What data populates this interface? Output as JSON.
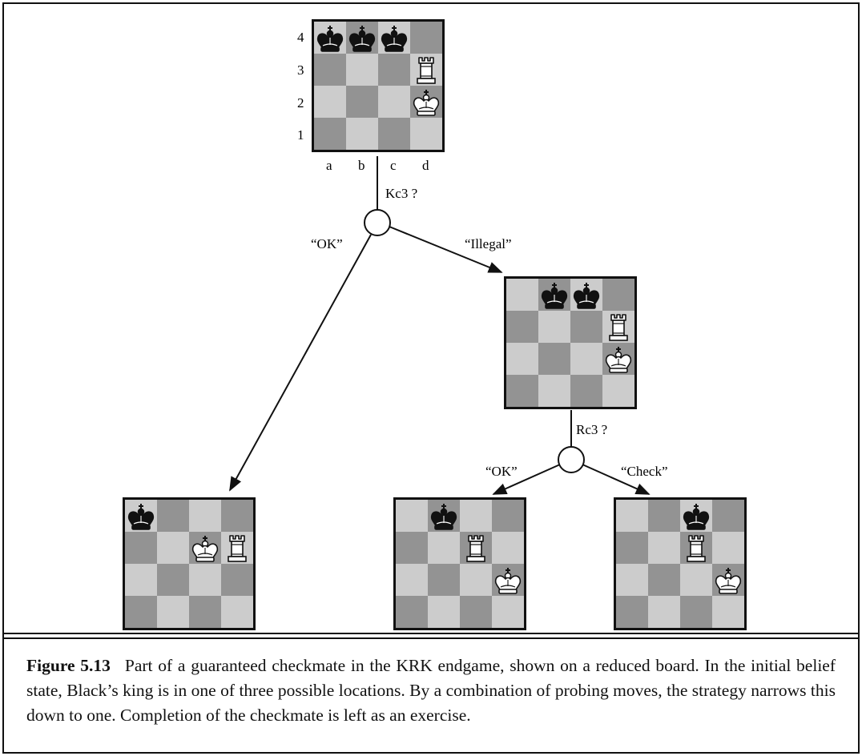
{
  "diagram": {
    "colors": {
      "light": "#cccccc",
      "dark": "#939393",
      "border": "#111111",
      "line": "#111111"
    },
    "rank_labels": [
      "4",
      "3",
      "2",
      "1"
    ],
    "file_labels": [
      "a",
      "b",
      "c",
      "d"
    ],
    "boards": [
      {
        "id": "initial-belief-board",
        "pieces": [
          {
            "sq": "a4",
            "p": "bk"
          },
          {
            "sq": "b4",
            "p": "bk"
          },
          {
            "sq": "c4",
            "p": "bk"
          },
          {
            "sq": "d3",
            "p": "wr"
          },
          {
            "sq": "d2",
            "p": "wk"
          }
        ]
      },
      {
        "id": "illegal-result-board",
        "pieces": [
          {
            "sq": "b4",
            "p": "bk"
          },
          {
            "sq": "c4",
            "p": "bk"
          },
          {
            "sq": "d3",
            "p": "wr"
          },
          {
            "sq": "d2",
            "p": "wk"
          }
        ]
      },
      {
        "id": "ok-result-board",
        "pieces": [
          {
            "sq": "a4",
            "p": "bk"
          },
          {
            "sq": "c3",
            "p": "wk"
          },
          {
            "sq": "d3",
            "p": "wr"
          }
        ]
      },
      {
        "id": "rc3-ok-board",
        "pieces": [
          {
            "sq": "b4",
            "p": "bk"
          },
          {
            "sq": "c3",
            "p": "wr"
          },
          {
            "sq": "d2",
            "p": "wk"
          }
        ]
      },
      {
        "id": "rc3-check-board",
        "pieces": [
          {
            "sq": "c4",
            "p": "bk"
          },
          {
            "sq": "c3",
            "p": "wr"
          },
          {
            "sq": "d2",
            "p": "wk"
          }
        ]
      }
    ],
    "moves": {
      "first": "Kc3 ?",
      "second": "Rc3 ?"
    },
    "percepts": {
      "ok_1": "“OK”",
      "illegal": "“Illegal”",
      "ok_2": "“OK”",
      "check": "“Check”"
    }
  },
  "caption": {
    "figure_label": "Figure 5.13",
    "text": "Part of a guaranteed checkmate in the KRK endgame, shown on a reduced board. In the initial belief state, Black’s king is in one of three possible locations. By a combination of probing moves, the strategy narrows this down to one. Completion of the checkmate is left as an exercise."
  }
}
